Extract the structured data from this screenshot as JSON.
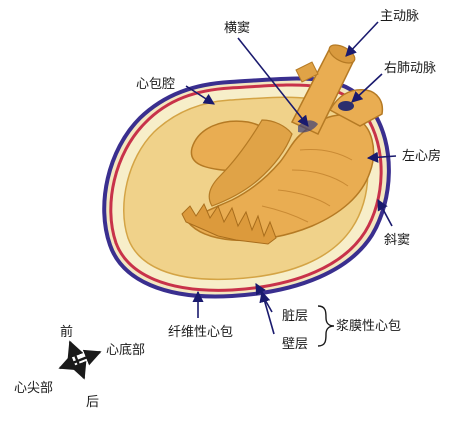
{
  "labels": {
    "transverse_sinus": "横窦",
    "aorta": "主动脉",
    "pulmonary_artery": "右肺动脉",
    "pericardial_cavity": "心包腔",
    "left_atrium": "左心房",
    "oblique_sinus": "斜窦",
    "fibrous_pericardium": "纤维性心包",
    "visceral_layer": "脏层",
    "parietal_layer": "壁层",
    "serous_pericardium": "浆膜性心包"
  },
  "compass": {
    "front": "前",
    "back": "后",
    "apex": "心尖部",
    "base": "心底部"
  },
  "colors": {
    "fibrous_layer": "#3a2f8f",
    "serous_layer": "#c8324a",
    "cavity_fill": "#f7eec9",
    "tissue_fill": "#e9ad52",
    "tissue_stroke": "#b57a24",
    "arrow": "#1a1a6e"
  }
}
